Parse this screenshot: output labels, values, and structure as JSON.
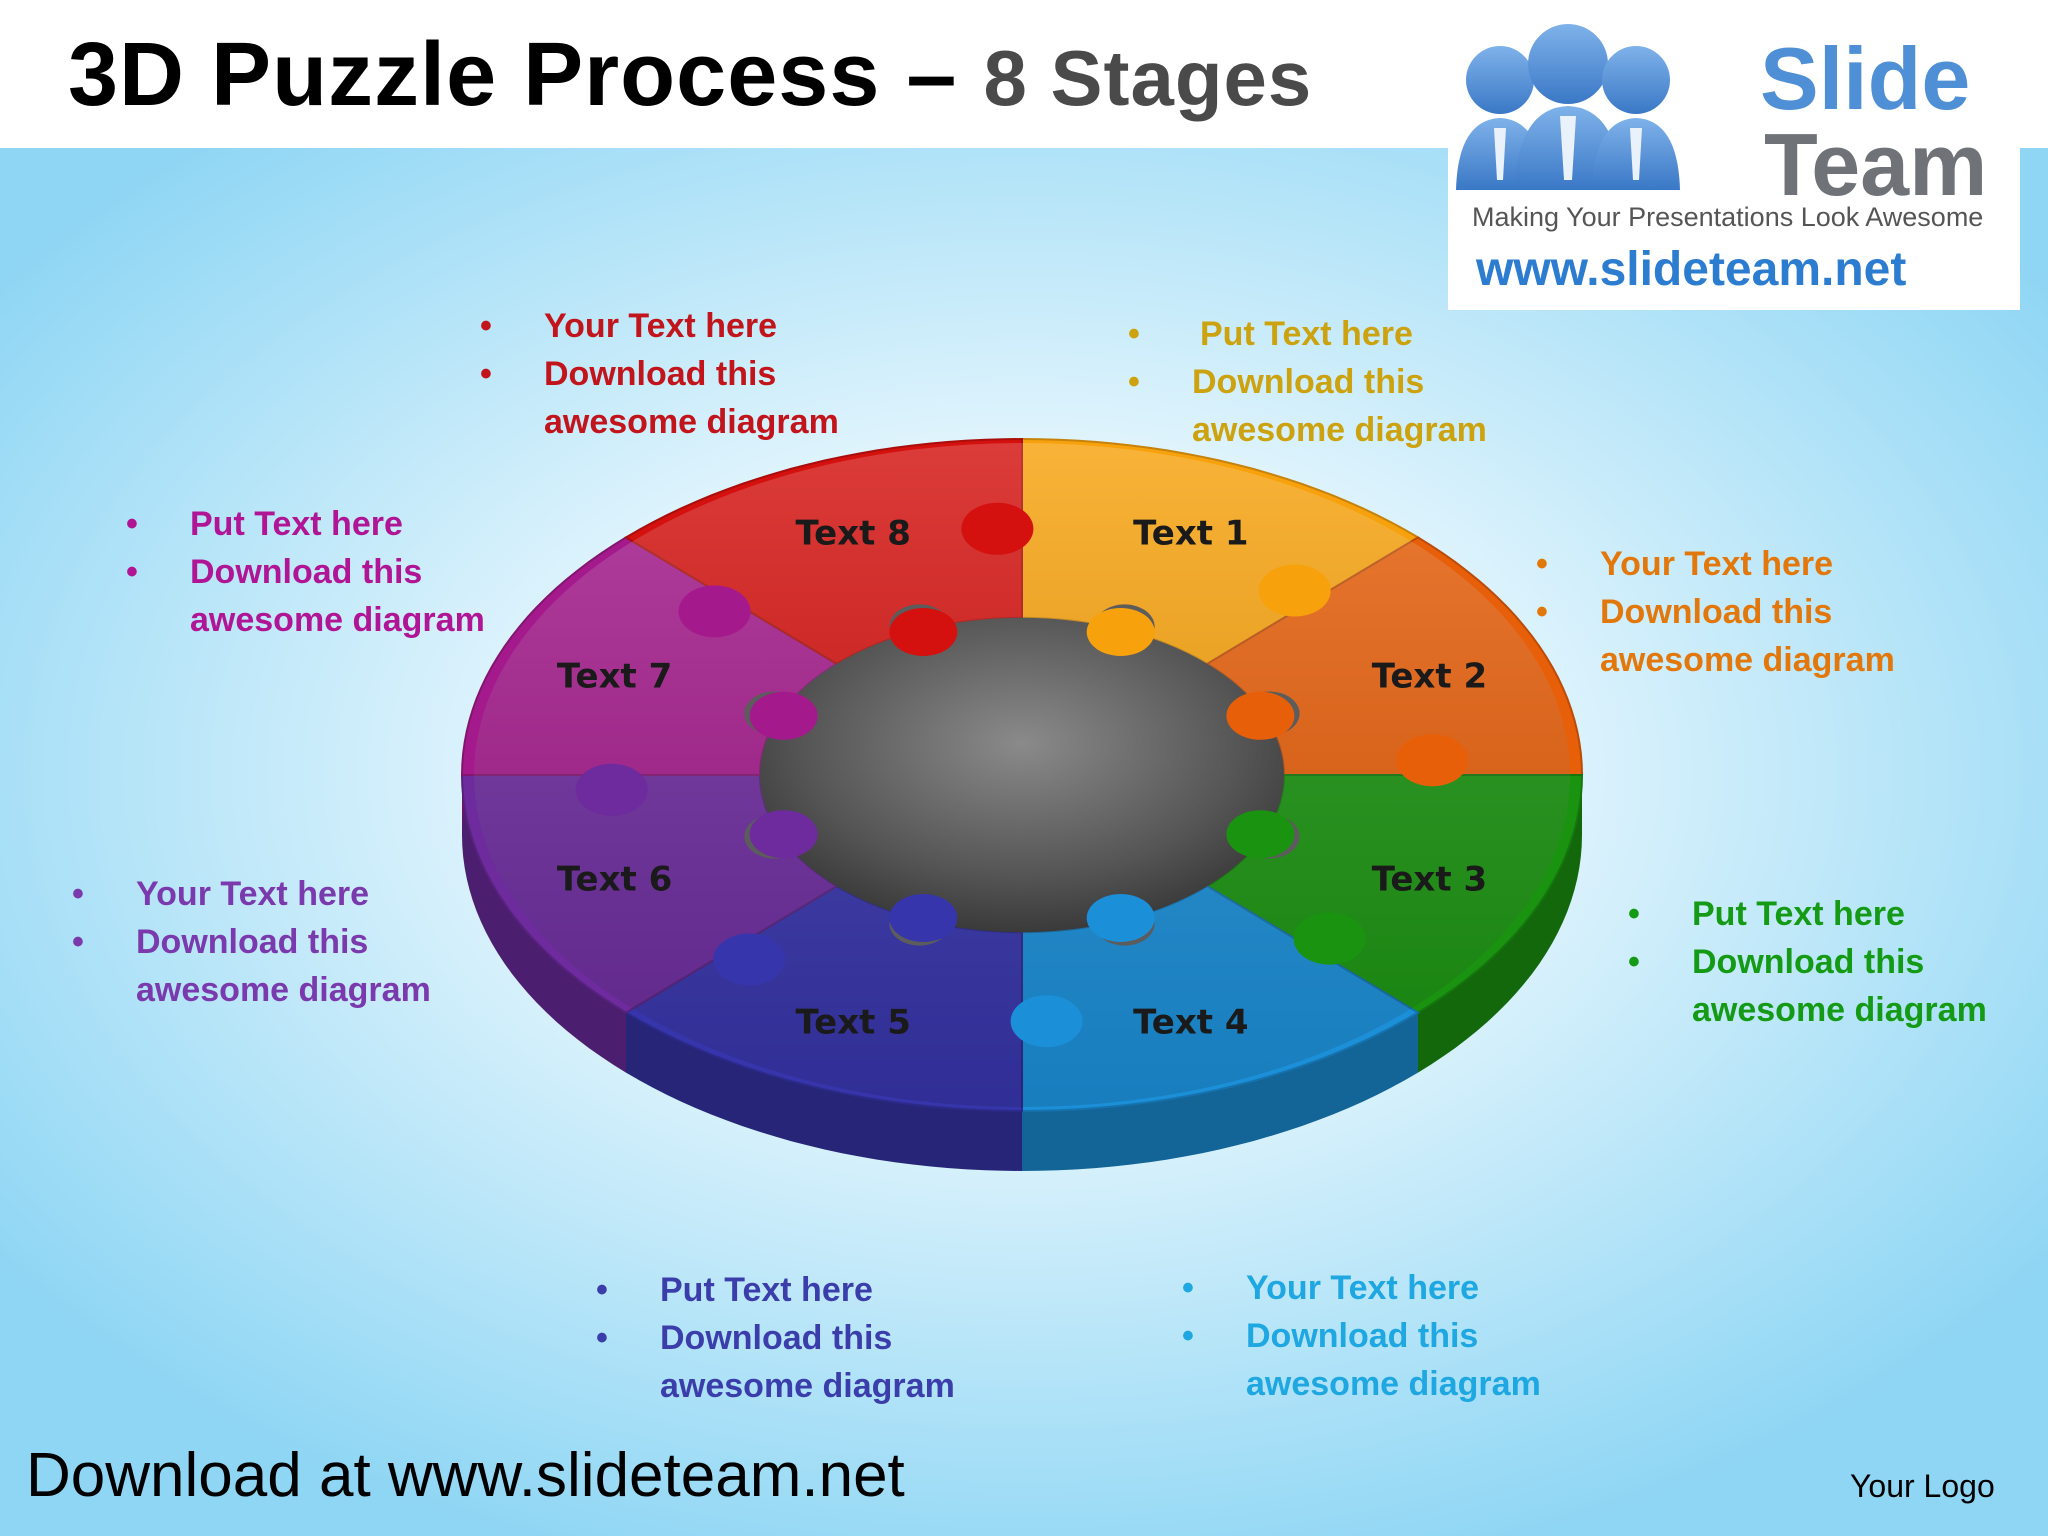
{
  "header": {
    "title_main": "3D Puzzle Process –",
    "title_sub": "8 Stages"
  },
  "logo": {
    "word1": "Slide",
    "word2": "Team",
    "tagline": "Making Your Presentations Look Awesome",
    "url": "www.slideteam.net"
  },
  "pieces": [
    {
      "label": "Text 1",
      "color": "#f7a20c"
    },
    {
      "label": "Text 2",
      "color": "#e85f0a"
    },
    {
      "label": "Text 3",
      "color": "#1a9410"
    },
    {
      "label": "Text 4",
      "color": "#1b8fd8"
    },
    {
      "label": "Text 5",
      "color": "#3735ab"
    },
    {
      "label": "Text 6",
      "color": "#6d2b9e"
    },
    {
      "label": "Text 7",
      "color": "#a41a8c"
    },
    {
      "label": "Text 8",
      "color": "#d4110e"
    }
  ],
  "notes": {
    "n1": {
      "line1": "Put Text here",
      "line2": "Download this",
      "line3": "awesome diagram",
      "color": "#cca30f"
    },
    "n2": {
      "line1": "Your Text here",
      "line2": "Download this",
      "line3": "awesome diagram",
      "color": "#e2780c"
    },
    "n3": {
      "line1": "Put Text here",
      "line2": "Download this",
      "line3": "awesome diagram",
      "color": "#149a14"
    },
    "n4": {
      "line1": "Your Text here",
      "line2": "Download this",
      "line3": "awesome diagram",
      "color": "#1ea7e1"
    },
    "n5": {
      "line1": "Put Text here",
      "line2": "Download this",
      "line3": "awesome diagram",
      "color": "#3b3eaa"
    },
    "n6": {
      "line1": "Your Text here",
      "line2": "Download this",
      "line3": "awesome diagram",
      "color": "#7a3aae"
    },
    "n7": {
      "line1": "Put Text here",
      "line2": "Download this",
      "line3": "awesome diagram",
      "color": "#b01596"
    },
    "n8": {
      "line1": "Your Text here",
      "line2": "Download this",
      "line3": "awesome diagram",
      "color": "#c1141b"
    }
  },
  "footer": {
    "download_text": "Download at www.slideteam.net",
    "logo_placeholder": "Your Logo"
  }
}
